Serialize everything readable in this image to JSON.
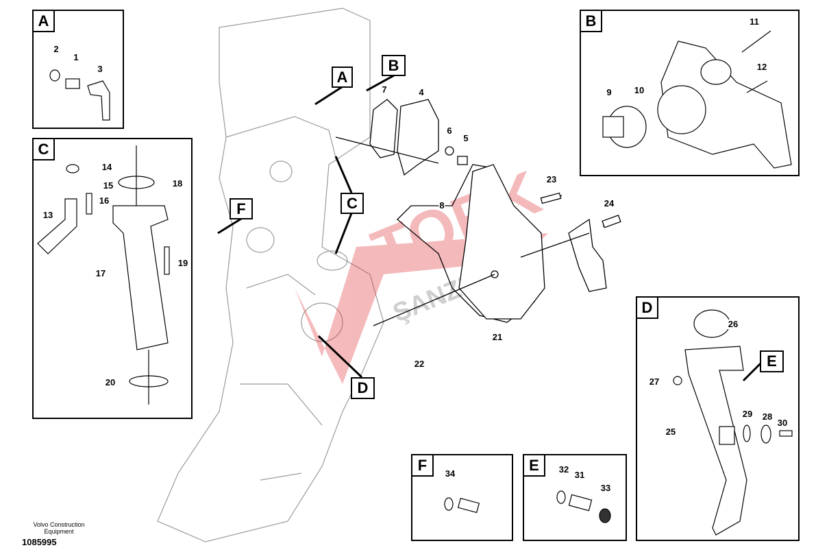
{
  "watermark": {
    "line1": "TORK",
    "line2": "ŞANZIMAN",
    "color": "#e03a40"
  },
  "panels": {
    "A": {
      "tag": "A",
      "parts": [
        "2",
        "1",
        "3"
      ]
    },
    "B": {
      "tag": "B",
      "parts": [
        "11",
        "12",
        "9",
        "10"
      ]
    },
    "C": {
      "tag": "C",
      "parts": [
        "14",
        "15",
        "16",
        "13",
        "18",
        "17",
        "19",
        "20"
      ]
    },
    "D": {
      "tag": "D",
      "parts": [
        "26",
        "27",
        "25",
        "29",
        "28",
        "30"
      ]
    },
    "E": {
      "tag": "E",
      "parts": [
        "32",
        "31",
        "33"
      ]
    },
    "F": {
      "tag": "F",
      "parts": [
        "34"
      ]
    }
  },
  "main_parts": [
    "7",
    "4",
    "6",
    "5",
    "8",
    "23",
    "24",
    "21",
    "22"
  ],
  "callouts": [
    "A",
    "B",
    "C",
    "F",
    "D",
    "E"
  ],
  "footer": {
    "publisher": "Volvo Construction Equipment",
    "drawing_number": "1085995"
  }
}
